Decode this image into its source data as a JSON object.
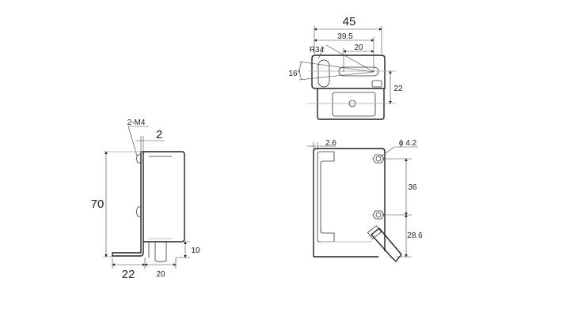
{
  "top_view": {
    "width": "45",
    "slot_span": "39.5",
    "slot_length": "20",
    "radius": "R34",
    "angle": "16°",
    "height": "22"
  },
  "side_view": {
    "thread": "2-M4",
    "bracket_thickness": "2",
    "height": "70",
    "bracket_depth": "22",
    "body_depth": "20",
    "cable_offset": "10"
  },
  "front_view": {
    "edge_offset": "2.6",
    "hole_diameter": "ϕ 4.2",
    "hole_pitch": "36",
    "hole_to_bottom": "28.6"
  }
}
